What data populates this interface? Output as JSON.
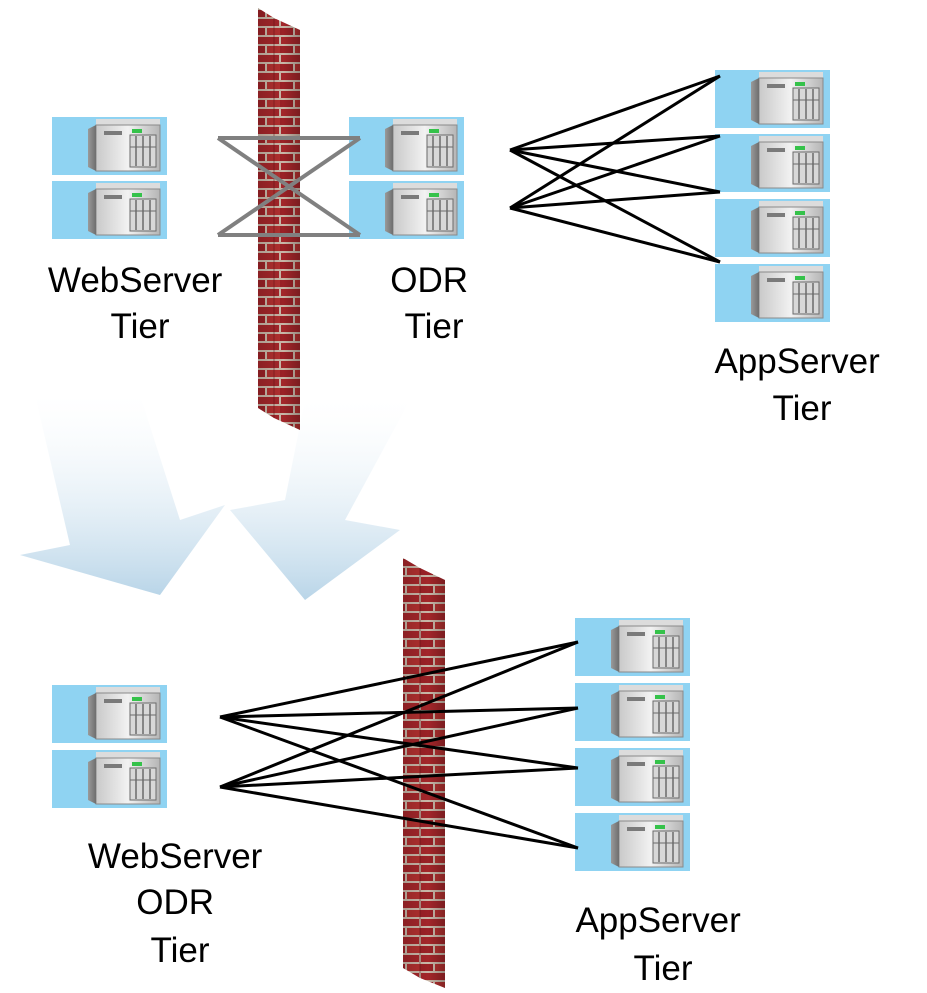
{
  "top": {
    "webserver_tier": [
      "WebServer",
      "Tier"
    ],
    "odr_tier": [
      "ODR",
      "Tier"
    ],
    "appserver_tier": [
      "AppServer",
      "Tier"
    ]
  },
  "bottom": {
    "webserver_odr_tier": [
      "WebServer",
      "ODR",
      "Tier"
    ],
    "appserver_tier": [
      "AppServer",
      "Tier"
    ]
  },
  "colors": {
    "server_panel": "#8fd3f2",
    "firewall_brick": "#a3262a",
    "firewall_mortar": "#c9b7a8",
    "connection_black": "#000000",
    "connection_gray": "#808080",
    "transition_arrow": "#c5dceb"
  }
}
